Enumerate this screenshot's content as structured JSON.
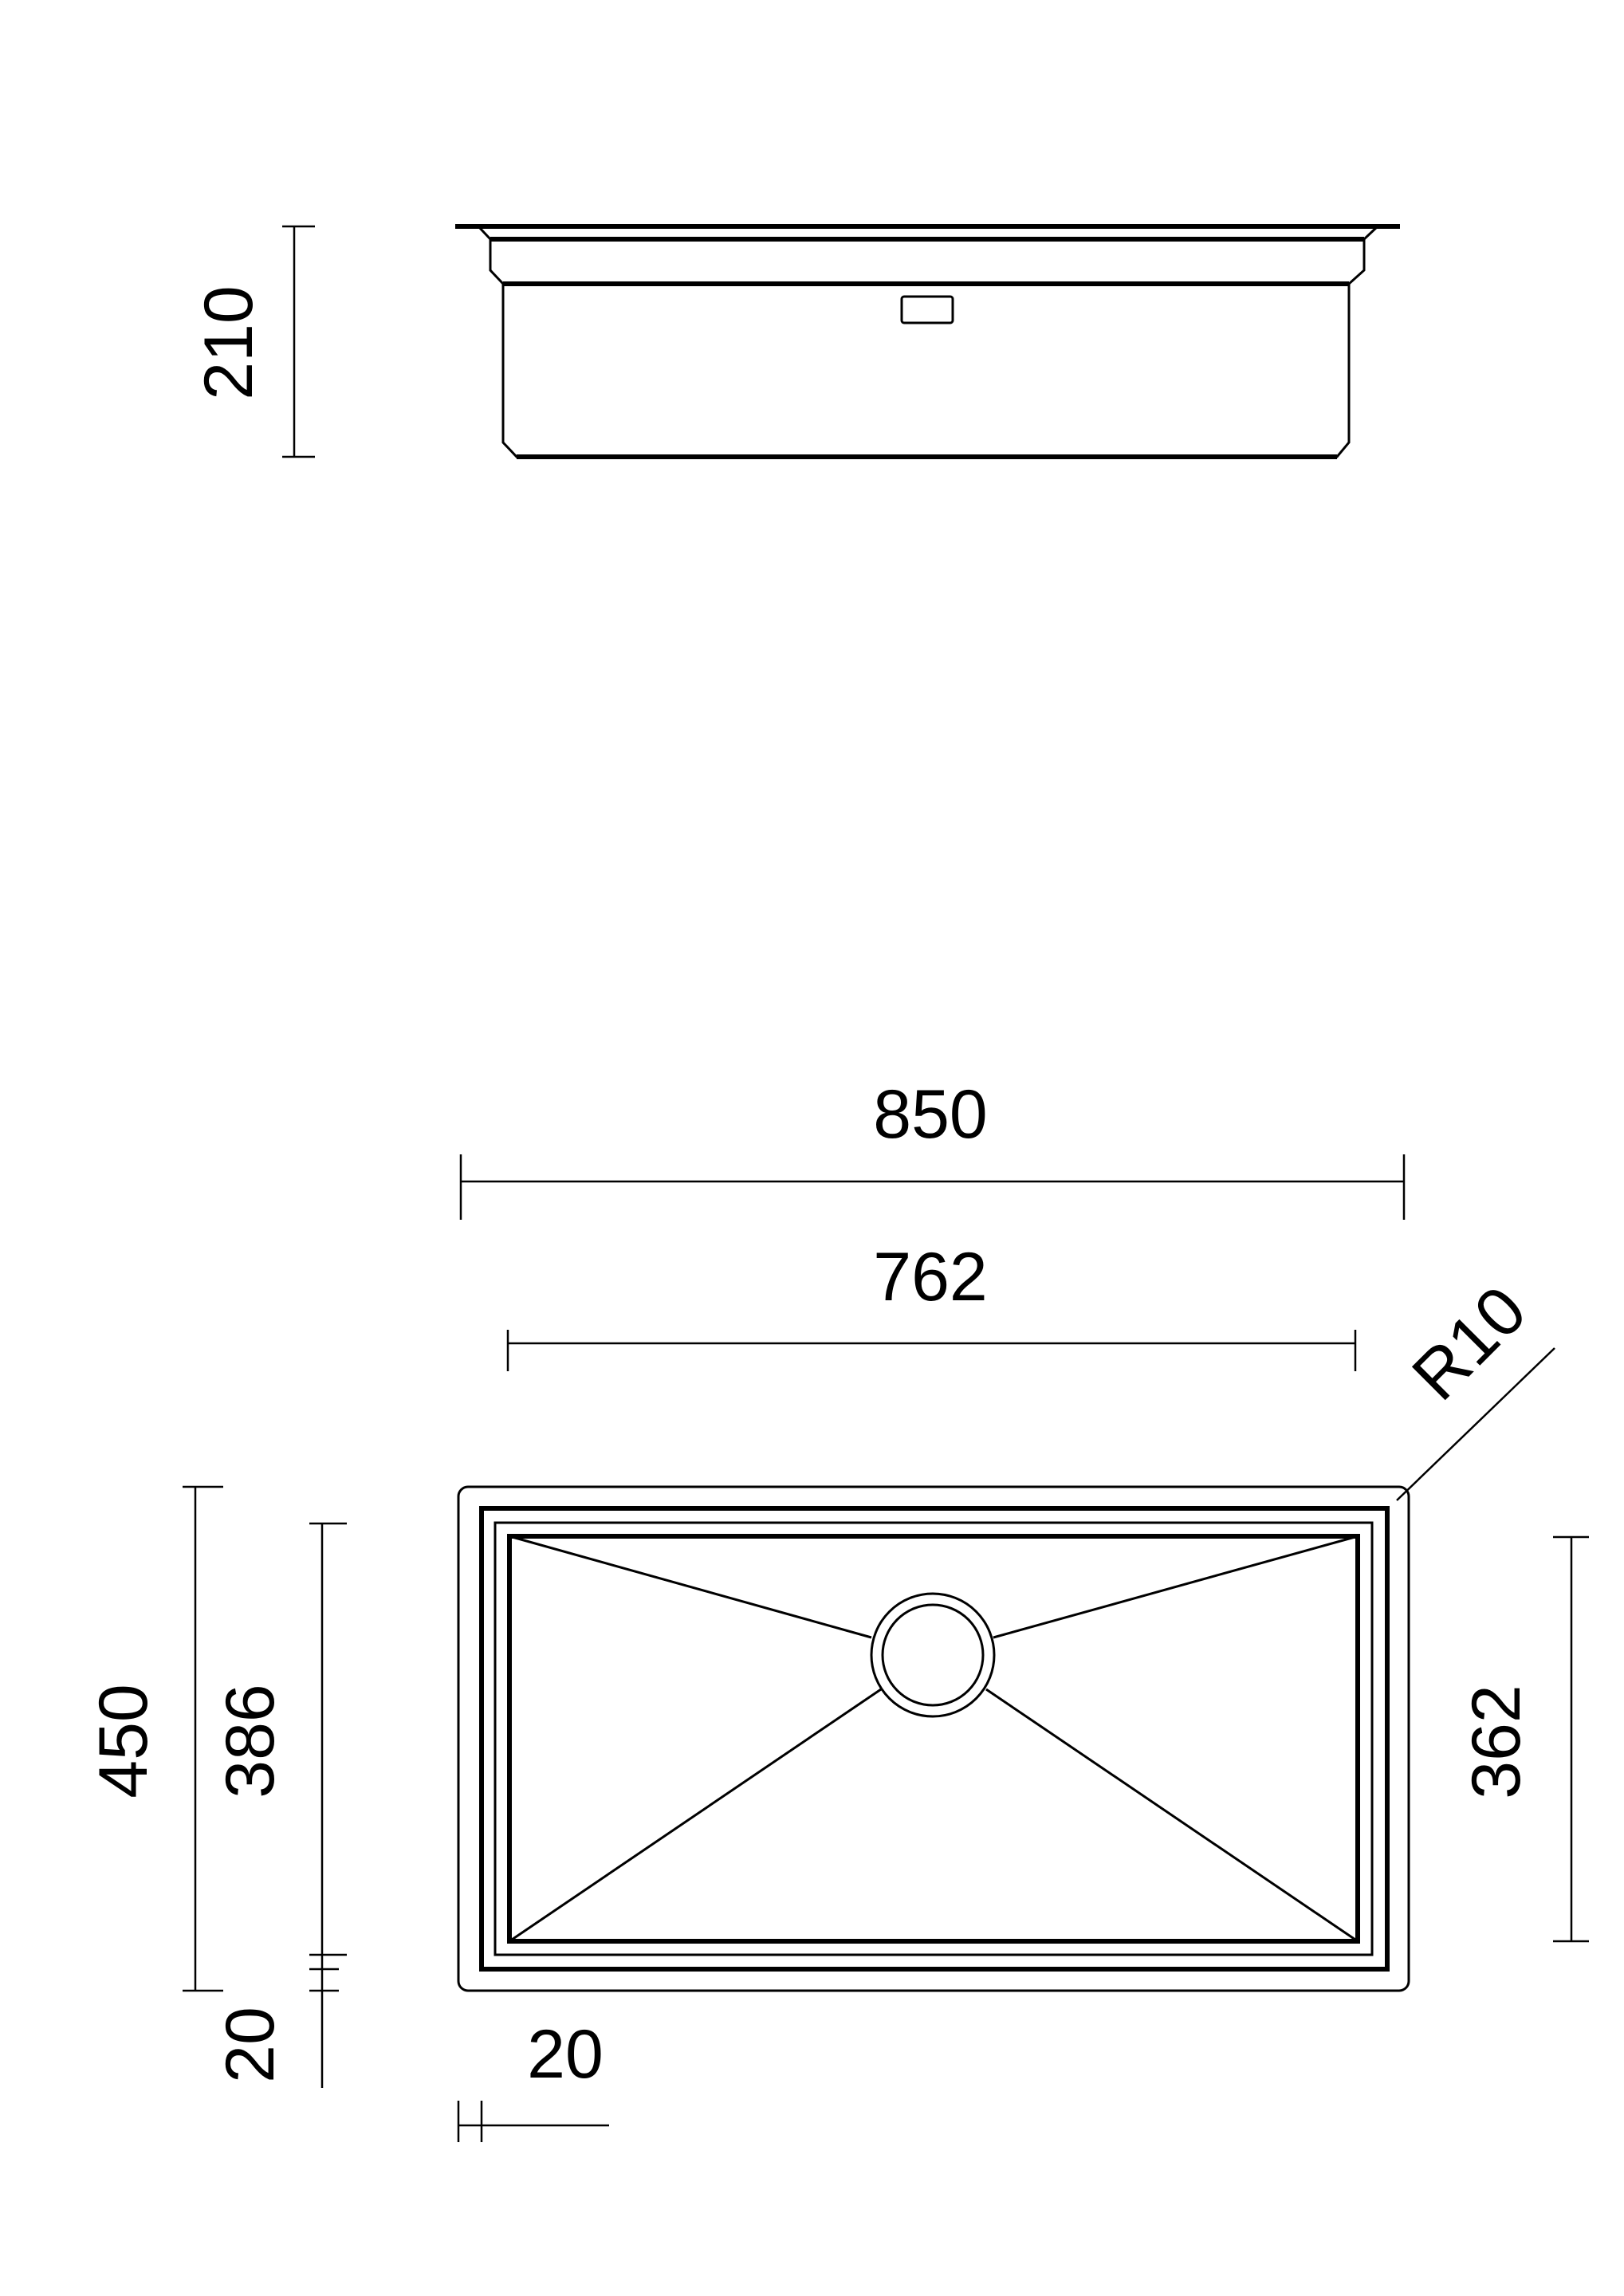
{
  "side_view": {
    "height_label": "210"
  },
  "plan_view": {
    "overall_width_label": "850",
    "bowl_width_label": "762",
    "corner_radius_label": "R10",
    "overall_depth_label": "450",
    "bowl_outer_depth_label": "386",
    "rim_bottom_label": "20",
    "rim_side_label": "20",
    "bowl_depth_label": "362"
  },
  "colors": {
    "line": "#000000",
    "background": "#ffffff"
  }
}
